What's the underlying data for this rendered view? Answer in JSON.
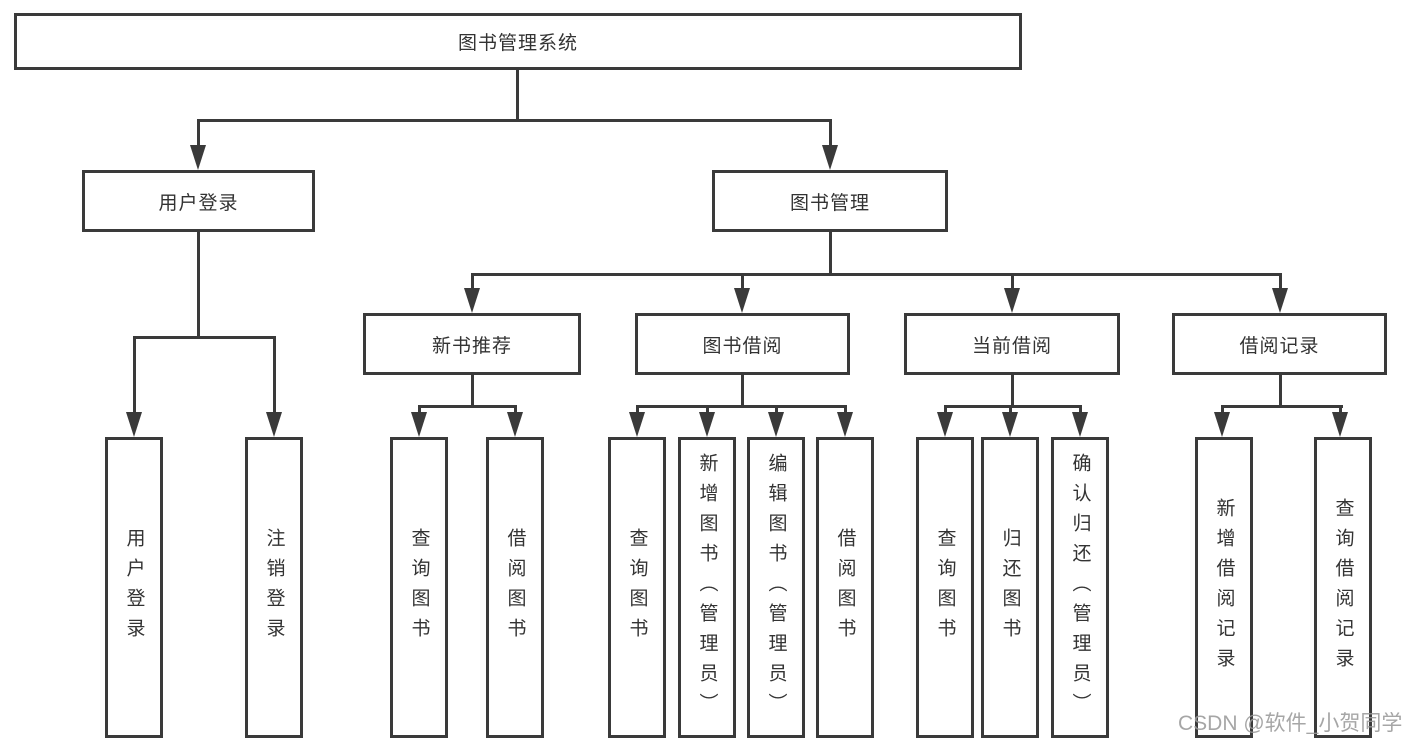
{
  "diagram": {
    "root": {
      "label": "图书管理系统"
    },
    "level2": [
      {
        "label": "用户登录"
      },
      {
        "label": "图书管理"
      }
    ],
    "level3": [
      {
        "label": "新书推荐"
      },
      {
        "label": "图书借阅"
      },
      {
        "label": "当前借阅"
      },
      {
        "label": "借阅记录"
      }
    ],
    "leaves": [
      {
        "label": "用户登录",
        "parent": "用户登录"
      },
      {
        "label": "注销登录",
        "parent": "用户登录"
      },
      {
        "label": "查询图书",
        "parent": "新书推荐"
      },
      {
        "label": "借阅图书",
        "parent": "新书推荐"
      },
      {
        "label": "查询图书",
        "parent": "图书借阅"
      },
      {
        "label": "新增图书（管理员）",
        "parent": "图书借阅"
      },
      {
        "label": "编辑图书（管理员）",
        "parent": "图书借阅"
      },
      {
        "label": "借阅图书",
        "parent": "图书借阅"
      },
      {
        "label": "查询图书",
        "parent": "当前借阅"
      },
      {
        "label": "归还图书",
        "parent": "当前借阅"
      },
      {
        "label": "确认归还（管理员）",
        "parent": "当前借阅"
      },
      {
        "label": "新增借阅记录",
        "parent": "借阅记录"
      },
      {
        "label": "查询借阅记录",
        "parent": "借阅记录"
      }
    ],
    "watermark": "CSDN @软件_小贺同学"
  }
}
